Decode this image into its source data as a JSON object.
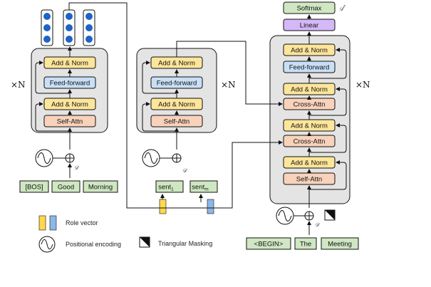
{
  "layers": {
    "add_norm": "Add & Norm",
    "feed_forward": "Feed-forward",
    "self_attn": "Self-Attn",
    "cross_attn": "Cross-Attn",
    "linear": "Linear",
    "softmax": "Softmax"
  },
  "repeat_label": "×N",
  "dropout_symbol": "𝒟",
  "output_dist_symbol": "𝒟",
  "output_dist_superscript": "r",
  "encoder1_tokens": [
    "[BOS]",
    "Good",
    "Morning"
  ],
  "encoder2_tokens": {
    "first": "sent",
    "first_sub": "1",
    "ellipsis": "···",
    "last": "sent",
    "last_sub": "m"
  },
  "decoder_tokens": [
    "<BEGIN>",
    "The",
    "Meeting"
  ],
  "legend": {
    "role_vector": "Role vector",
    "positional_encoding": "Positional encoding",
    "triangular_masking": "Triangular Masking"
  },
  "colors": {
    "block_bg": "#e4e4e4",
    "add_norm": "#fde59a",
    "feed_forward": "#c9dff6",
    "attn": "#f9d2bb",
    "linear": "#d4b8f7",
    "softmax_token": "#cfe7c2",
    "role_yellow": "#ffd84d",
    "role_blue": "#8ab8e8",
    "output_node": "#1f63c6"
  }
}
